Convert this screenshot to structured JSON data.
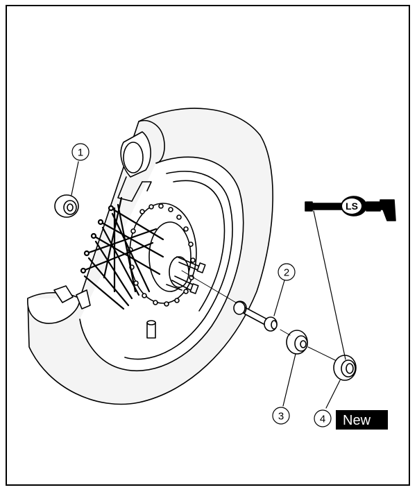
{
  "callouts": {
    "c1": "1",
    "c2": "2",
    "c3": "3",
    "c4": "4"
  },
  "lubricant_label": "LS",
  "new_badge": "New",
  "colors": {
    "line": "#000000",
    "tire_shade": "#eeeeee",
    "badge_bg": "#000000",
    "badge_text": "#ffffff"
  }
}
